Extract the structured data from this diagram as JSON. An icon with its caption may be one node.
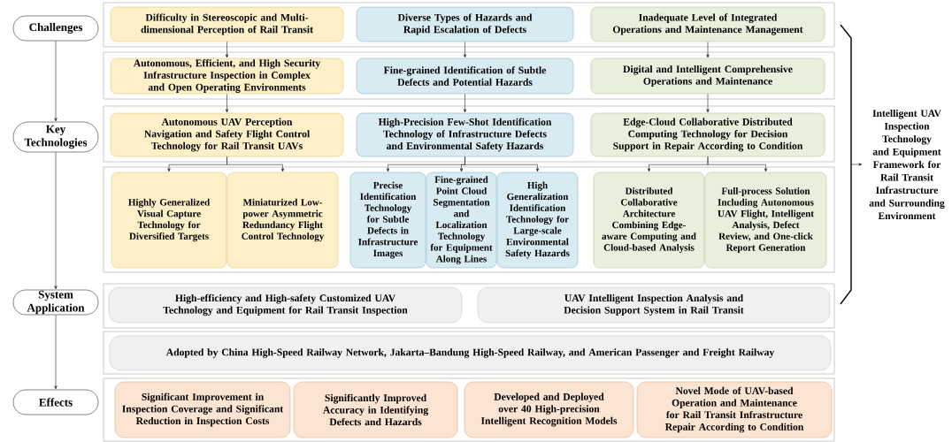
{
  "diagram": {
    "nodes": [
      {
        "text": [
          "Challenges"
        ]
      },
      {
        "text": [
          "Key Technologies"
        ]
      },
      {
        "text": [
          "System Application"
        ]
      },
      {
        "text": [
          "Effects"
        ]
      },
      {
        "text": [],
        "shape": "box"
      },
      {
        "text": [
          "Difficulty in Stereoscopic and Multi-dimensional Perception of Rail Transit"
        ],
        "in": 4
      },
      {
        "text": [
          "Diverse Types of Hazards and Rapid Escalation of Defects"
        ],
        "in": 4
      },
      {
        "text": [
          "Inadequate Level of Integrated Operations and Maintenance Management"
        ],
        "in": 4
      },
      {
        "text": [],
        "shape": "box"
      },
      {
        "text": [
          "Autonomous, Efficient, and High Security Infrastructure Inspection in Complex and Open Operating Environments"
        ],
        "in": 8
      },
      {
        "text": [
          "Fine-grained Identification of Subtle Defects and Potential Hazards"
        ],
        "in": 8
      },
      {
        "text": [
          "Digital and Intelligent Comprehensive Operations and Maintenance"
        ],
        "in": 8
      },
      {
        "text": [],
        "shape": "box"
      },
      {
        "text": [
          "Autonomous UAV Perception Navigation and Safety Flight Control Technology for Rail Transit UAVs"
        ],
        "in": 12
      },
      {
        "text": [
          "High-Precision Few-Shot Identification Technology of Infrastructure Defects and Environmental Safety Hazards"
        ],
        "in": 12
      },
      {
        "text": [
          "Edge-Cloud Collaborative Distributed Computing Technology for Decision Support in Repair According to Condition"
        ],
        "in": 12
      },
      {
        "text": [],
        "shape": "box"
      },
      {
        "text": [
          "Highly Generalized Visual Capture Technology for Diversified Targets"
        ],
        "in": 16
      },
      {
        "text": [
          "Miniaturized Low-power Asymmetric Redundancy Flight Control Technology"
        ],
        "in": 16
      },
      {
        "text": [
          "Precise Identification Technology for Subtle Defects in Infrastructure Images"
        ],
        "in": 16
      },
      {
        "text": [
          "Fine-grained Point Cloud Segmentation and Localization Technology for Equipment Along Lines"
        ],
        "in": 16
      },
      {
        "text": [
          "High Generalization Identification Technology for Large-scale Environmental Safety Hazards"
        ],
        "in": 16
      },
      {
        "text": [
          "Distributed Collaborative Architecture Combining Edge-aware Computing and Cloud-based Analysis"
        ],
        "in": 16
      },
      {
        "text": [
          "Full-process Solution Including Autonomous UAV Flight, Intelligent Analysis, Defect Review, and One-click Report Generation"
        ],
        "in": 16
      },
      {
        "text": [],
        "shape": "box"
      },
      {
        "text": [
          "High-efficiency and High-safety Customized UAV Technology and Equipment for Rail Transit Inspection"
        ],
        "in": 24
      },
      {
        "text": [
          "UAV Intelligent Inspection Analysis and Decision Support System in Rail Transit"
        ],
        "in": 24
      },
      {
        "text": [],
        "shape": "box"
      },
      {
        "text": [
          "Adopted by China High-Speed Railway Network, Jakarta–Bandung High-Speed Railway, and American Passenger and Freight Railway"
        ],
        "in": 27
      },
      {
        "text": [],
        "shape": "box"
      },
      {
        "text": [
          "Significant Improvement in Inspection Coverage and Significant Reduction in Inspection Costs"
        ],
        "in": 29
      },
      {
        "text": [
          "Significantly Improved Accuracy in Identifying Defects and Hazards"
        ],
        "in": 29
      },
      {
        "text": [
          "Developed and Deployed over 40 High-precision Intelligent Recognition Models"
        ],
        "in": 29
      },
      {
        "text": [
          "Novel Mode of UAV-based Operation and Maintenance for Rail Transit Infrastructure Repair According to Condition"
        ],
        "in": 29
      },
      {
        "text": [
          "Intelligent UAV Inspection Technology and Equipment Framework for Rail Transit Infrastructure and Surrounding Environment"
        ]
      },
      {
        "text": [],
        "shape": "bracket"
      }
    ],
    "edges": [
      {
        "from": 0,
        "to": 1,
        "arrow": "to"
      },
      {
        "from": 1,
        "to": 2,
        "arrow": "to"
      },
      {
        "from": 2,
        "to": 3,
        "arrow": "to"
      },
      {
        "from": 5,
        "to": 9,
        "arrow": "to"
      },
      {
        "from": 6,
        "to": 10,
        "arrow": "to"
      },
      {
        "from": 7,
        "to": 11,
        "arrow": "to"
      },
      {
        "from": 9,
        "to": 13,
        "arrow": "to"
      },
      {
        "from": 10,
        "to": 14,
        "arrow": "to"
      },
      {
        "from": 11,
        "to": 15,
        "arrow": "to"
      },
      {
        "from": 13,
        "to": 17,
        "arrow": "to"
      },
      {
        "from": 13,
        "to": 18,
        "arrow": "to"
      },
      {
        "from": 14,
        "to": 19,
        "arrow": "to"
      },
      {
        "from": 14,
        "to": 20,
        "arrow": "to"
      },
      {
        "from": 14,
        "to": 21,
        "arrow": "to"
      },
      {
        "from": 15,
        "to": 22,
        "arrow": "to"
      },
      {
        "from": 15,
        "to": 23,
        "arrow": "to"
      },
      {
        "from": 35,
        "to": 34,
        "arrow": "to"
      }
    ]
  }
}
